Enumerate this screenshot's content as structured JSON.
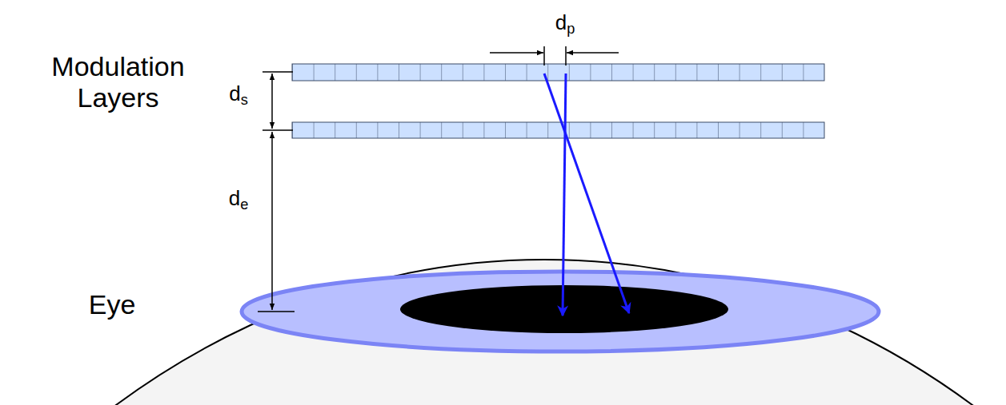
{
  "diagram": {
    "labels": [
      "Modulation Layers",
      "dp",
      "ds",
      "de",
      "Eye"
    ]
  }
}
